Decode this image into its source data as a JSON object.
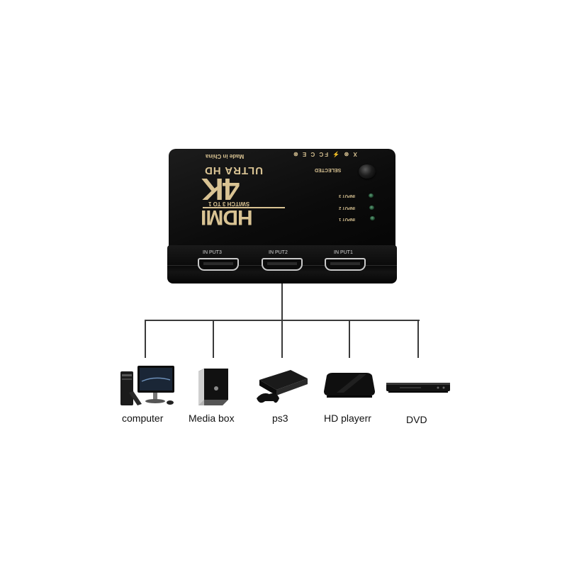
{
  "switch": {
    "made_in": "Made in China",
    "ultra_hd": "ULTRA HD",
    "resolution": "4K",
    "model": "SWITCH 3 TO 1",
    "brand": "HDMI",
    "certifications": "X ⊛ ⚡ FC C E ⊗",
    "button_label": "SELECTED",
    "leds": [
      {
        "label": "INPUT 3"
      },
      {
        "label": "INPUT 2"
      },
      {
        "label": "INPUT 1"
      }
    ],
    "ports": [
      {
        "label": "IN PUT3"
      },
      {
        "label": "IN PUT2"
      },
      {
        "label": "IN PUT1"
      }
    ],
    "colors": {
      "body": "#0b0b0b",
      "print": "#d9c393",
      "led": "#1f4a30"
    }
  },
  "devices": [
    {
      "label": "computer",
      "icon": "computer-icon"
    },
    {
      "label": "Media box",
      "icon": "media-box-icon"
    },
    {
      "label": "ps3",
      "icon": "ps3-icon"
    },
    {
      "label": "HD playerr",
      "icon": "hd-player-icon"
    },
    {
      "label": "DVD",
      "icon": "dvd-player-icon"
    }
  ]
}
